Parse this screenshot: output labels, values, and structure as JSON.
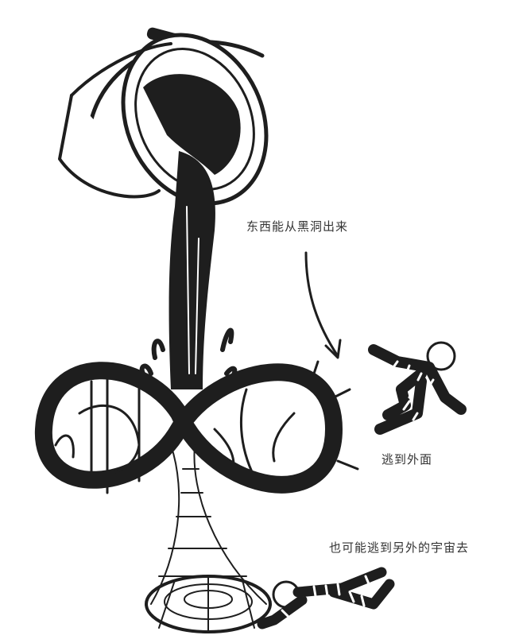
{
  "captions": {
    "out_of_black_hole": "东西能从黑洞出来",
    "escape_outside": "逃到外面",
    "escape_other_universe": "也可能逃到另外的宇宙去"
  },
  "colors": {
    "ink": "#1e1e1e",
    "text": "#333333",
    "background": "#ffffff"
  }
}
